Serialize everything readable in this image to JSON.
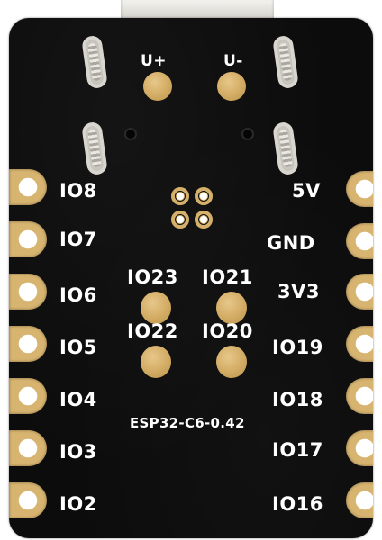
{
  "board": {
    "name_label": "ESP32-C6-0.42",
    "usb_plus_label": "U+",
    "usb_minus_label": "U-",
    "left_pins": [
      "IO8",
      "IO7",
      "IO6",
      "IO5",
      "IO4",
      "IO3",
      "IO2"
    ],
    "right_pins": [
      "5V",
      "GND",
      "3V3",
      "IO19",
      "IO18",
      "IO17",
      "IO16"
    ],
    "center_pads": {
      "io23": "IO23",
      "io21": "IO21",
      "io22": "IO22",
      "io20": "IO20"
    }
  },
  "colors": {
    "pcb": "#0c0c0c",
    "gold": "#d4b06b",
    "silkscreen": "#ffffff"
  },
  "icons": [
    "usb-c-connector-icon",
    "castellated-pin-icon",
    "test-pad-icon"
  ]
}
